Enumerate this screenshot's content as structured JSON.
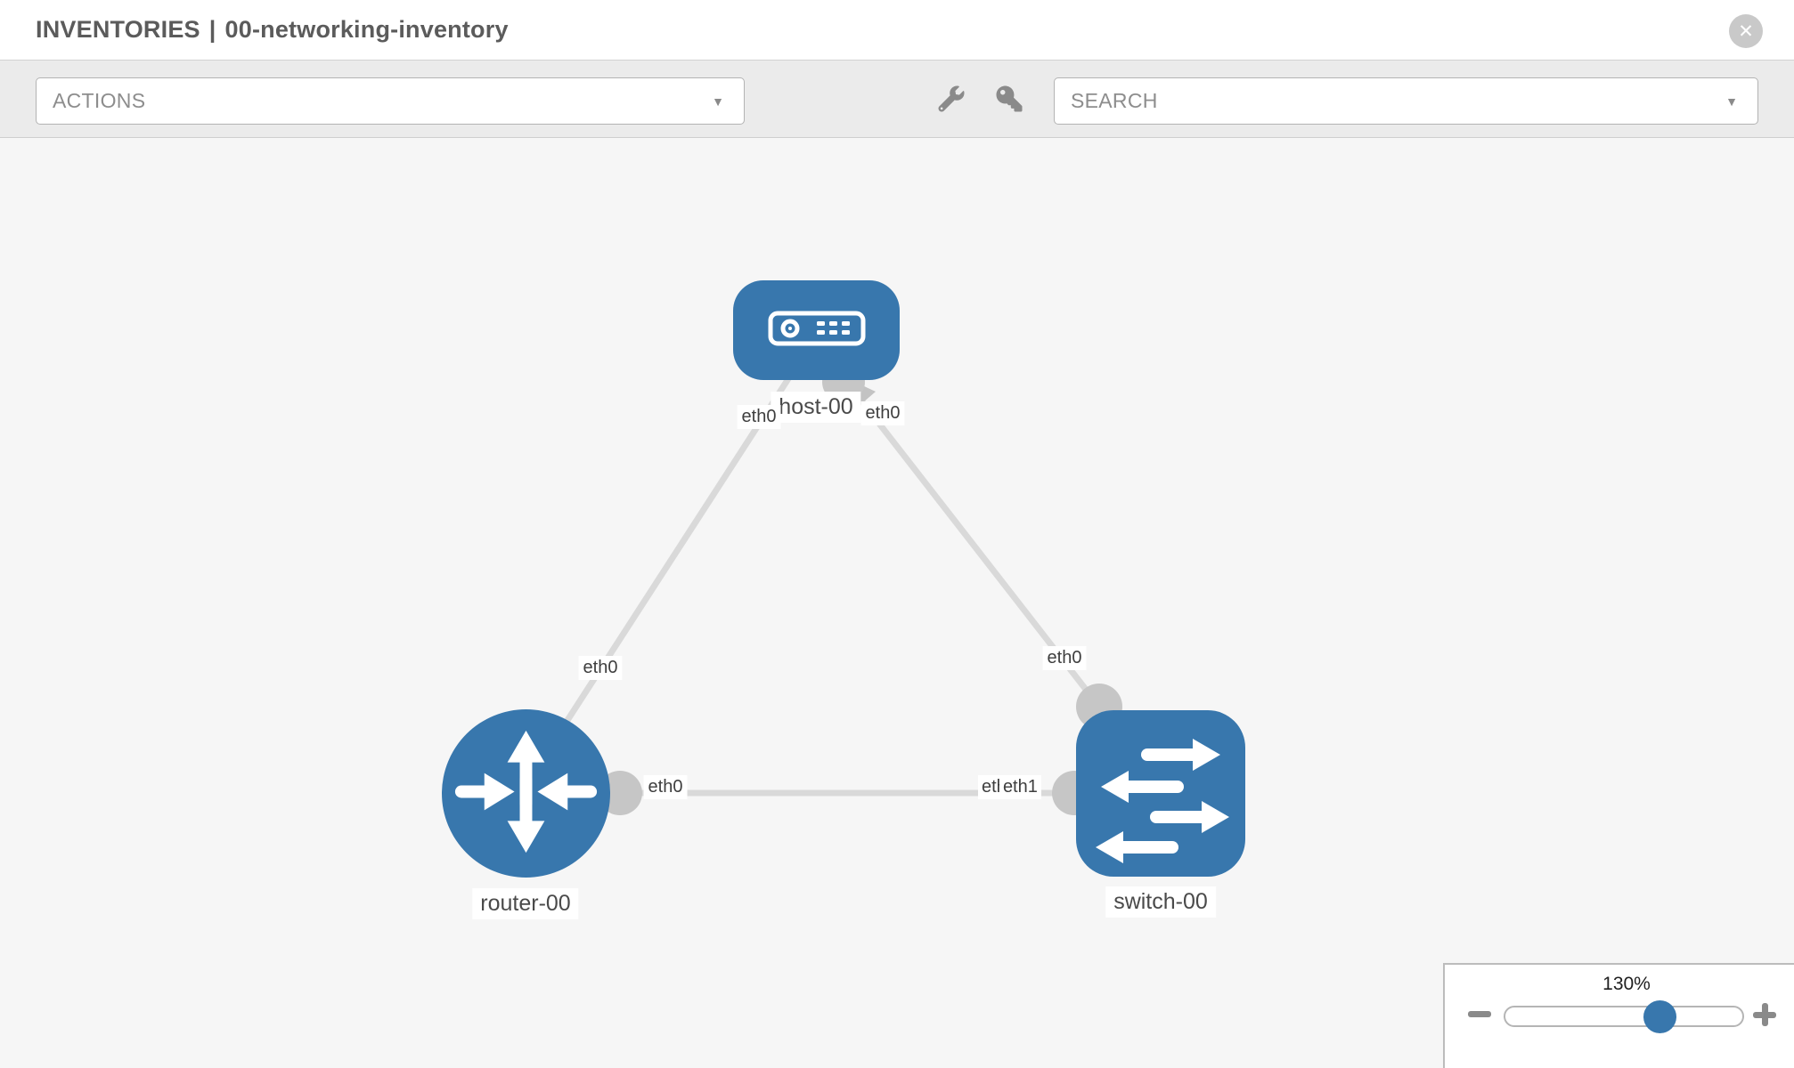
{
  "header": {
    "title_section": "INVENTORIES",
    "title_separator": "|",
    "title_name": "00-networking-inventory"
  },
  "icons": {
    "close_glyph": "✕",
    "dropdown_caret": "▼",
    "toolbar": [
      "wrench-icon",
      "key-icon"
    ]
  },
  "toolbar": {
    "actions_label": "ACTIONS",
    "search_label": "SEARCH"
  },
  "topology": {
    "nodes": [
      {
        "id": "host-00",
        "label": "host-00",
        "type": "host"
      },
      {
        "id": "router-00",
        "label": "router-00",
        "type": "router"
      },
      {
        "id": "switch-00",
        "label": "switch-00",
        "type": "switch"
      }
    ],
    "edges": [
      {
        "source": "host-00",
        "source_label": "eth0",
        "target": "router-00",
        "target_label": "eth0"
      },
      {
        "source": "host-00",
        "source_label": "eth0",
        "target": "switch-00",
        "target_label": "eth0"
      },
      {
        "source": "router-00",
        "source_label": "eth0",
        "target": "switch-00",
        "target_label": "eth1"
      }
    ],
    "mid_overlap": {
      "back": "eth0",
      "front": "eth1"
    }
  },
  "zoom_control": {
    "level": "130%"
  },
  "colors": {
    "node_blue": "#3877ad",
    "link_gray": "#d9d9d9",
    "connector_gray": "#c6c6c6",
    "canvas_bg": "#f6f6f6",
    "toolbar_bg": "#ebebeb"
  }
}
